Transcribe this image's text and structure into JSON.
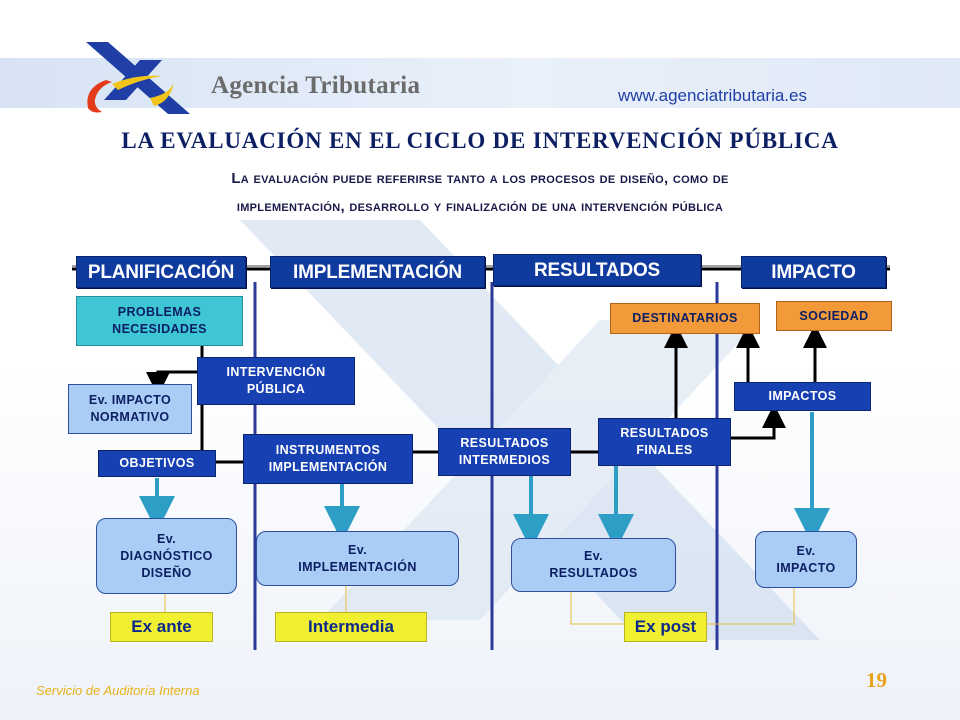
{
  "header": {
    "agency_name": "Agencia Tributaria",
    "website": "www.agenciatributaria.es",
    "logo_icon": "agencia-tributaria-logo"
  },
  "title": "LA EVALUACIÓN EN EL CICLO DE INTERVENCIÓN PÚBLICA",
  "subtitle": {
    "line1": "La evaluación puede referirse tanto a los procesos de diseño, como de",
    "line2": "implementación, desarrollo y finalización de una intervención pública"
  },
  "phases": {
    "planificacion": "PLANIFICACIÓN",
    "implementacion": "IMPLEMENTACIÓN",
    "resultados": "RESULTADOS",
    "impacto": "IMPACTO"
  },
  "boxes": {
    "problemas_l1": "PROBLEMAS",
    "problemas_l2": "NECESIDADES",
    "intervencion_l1": "INTERVENCIÓN",
    "intervencion_l2": "PÚBLICA",
    "ev_normativo_l1": "Ev. IMPACTO",
    "ev_normativo_l2": "NORMATIVO",
    "objetivos": "OBJETIVOS",
    "instrumentos_l1": "INSTRUMENTOS",
    "instrumentos_l2": "IMPLEMENTACIÓN",
    "res_intermedios_l1": "RESULTADOS",
    "res_intermedios_l2": "INTERMEDIOS",
    "res_finales_l1": "RESULTADOS",
    "res_finales_l2": "FINALES",
    "destinatarios": "DESTINATARIOS",
    "sociedad": "SOCIEDAD",
    "impactos": "IMPACTOS"
  },
  "evaluations": {
    "diagnostico_l1": "Ev.",
    "diagnostico_l2": "DIAGNÓSTICO",
    "diagnostico_l3": "DISEÑO",
    "implementacion_l1": "Ev.",
    "implementacion_l2": "IMPLEMENTACIÓN",
    "resultados_l1": "Ev.",
    "resultados_l2": "RESULTADOS",
    "impacto_l1": "Ev.",
    "impacto_l2": "IMPACTO"
  },
  "timing": {
    "ex_ante": "Ex ante",
    "intermedia": "Intermedia",
    "ex_post": "Ex post"
  },
  "footer": {
    "department": "Servicio de Auditoría Interna",
    "page_number": "19"
  },
  "colors": {
    "phase_blue": "#0f3a9e",
    "box_dark_blue": "#1741b3",
    "box_cyan": "#3ec6d4",
    "box_light_blue": "#a9cdf5",
    "box_orange": "#f29a3a",
    "tag_yellow": "#f0ef32",
    "connector_teal": "#2d9fc6"
  }
}
